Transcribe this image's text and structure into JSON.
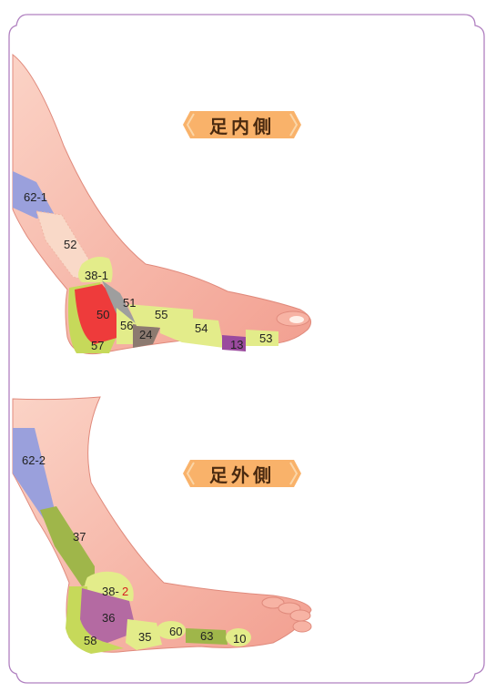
{
  "sections": [
    {
      "title": "足内側",
      "zones": [
        {
          "label": "62-1",
          "color": "#9aa0dc"
        },
        {
          "label": "52",
          "color": "#f9d9c8"
        },
        {
          "label": "38-1",
          "color": "#e3ec8a"
        },
        {
          "label": "51",
          "color": "#9e9e9e"
        },
        {
          "label": "50",
          "color": "#ee3b3b"
        },
        {
          "label": "56",
          "color": "#e3ec8a"
        },
        {
          "label": "55",
          "color": "#e3ec8a"
        },
        {
          "label": "24",
          "color": "#8c7a70"
        },
        {
          "label": "57",
          "color": "#c6d95a"
        },
        {
          "label": "54",
          "color": "#e3ec8a"
        },
        {
          "label": "13",
          "color": "#9a4a9e"
        },
        {
          "label": "53",
          "color": "#e3ec8a"
        }
      ]
    },
    {
      "title": "足外側",
      "zones": [
        {
          "label": "62-2",
          "color": "#9aa0dc"
        },
        {
          "label": "37",
          "color": "#9fb64a"
        },
        {
          "label": "38-",
          "color": "#e3ec8a"
        },
        {
          "label": "2",
          "color": "#e3ec8a"
        },
        {
          "label": "36",
          "color": "#b46aa2"
        },
        {
          "label": "58",
          "color": "#c6d95a"
        },
        {
          "label": "35",
          "color": "#e3ec8a"
        },
        {
          "label": "60",
          "color": "#e3ec8a"
        },
        {
          "label": "63",
          "color": "#9fb64a"
        },
        {
          "label": "10",
          "color": "#e3ec8a"
        }
      ]
    }
  ],
  "colors": {
    "frame": "#b080c0",
    "skin": "#f4a99a",
    "skin_light": "#fbd0c4",
    "badge": "#f9b26a",
    "accent_red": "#d62020"
  }
}
